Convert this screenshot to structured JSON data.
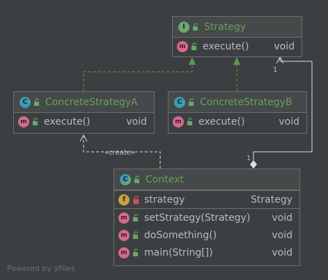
{
  "nodes": {
    "strategy": {
      "kind": "I",
      "title": "Strategy",
      "members": [
        {
          "kind": "m",
          "name": "execute()",
          "type": "void"
        }
      ]
    },
    "concrete_a": {
      "kind": "C",
      "title": "ConcreteStrategyA",
      "members": [
        {
          "kind": "m",
          "name": "execute()",
          "type": "void"
        }
      ]
    },
    "concrete_b": {
      "kind": "C",
      "title": "ConcreteStrategyB",
      "members": [
        {
          "kind": "m",
          "name": "execute()",
          "type": "void"
        }
      ]
    },
    "context": {
      "kind": "C",
      "title": "Context",
      "fields": [
        {
          "kind": "f",
          "name": "strategy",
          "type": "Strategy"
        }
      ],
      "methods": [
        {
          "kind": "m",
          "name": "setStrategy(Strategy)",
          "type": "void"
        },
        {
          "kind": "m",
          "name": "doSomething()",
          "type": "void"
        },
        {
          "kind": "m",
          "name": "main(String[])",
          "type": "void"
        }
      ]
    }
  },
  "edges": {
    "create_label": "«create»",
    "multiplicity_strategy": "1",
    "multiplicity_context": "1"
  },
  "watermark": "Powered by yFiles",
  "colors": {
    "background": "#3c3f41",
    "header": "#45494a",
    "border": "#6e6e6e",
    "title_green": "#6a9e59",
    "text": "#bababa",
    "arrow_green": "#5d9b4b",
    "line_white": "#e0e0e0"
  }
}
